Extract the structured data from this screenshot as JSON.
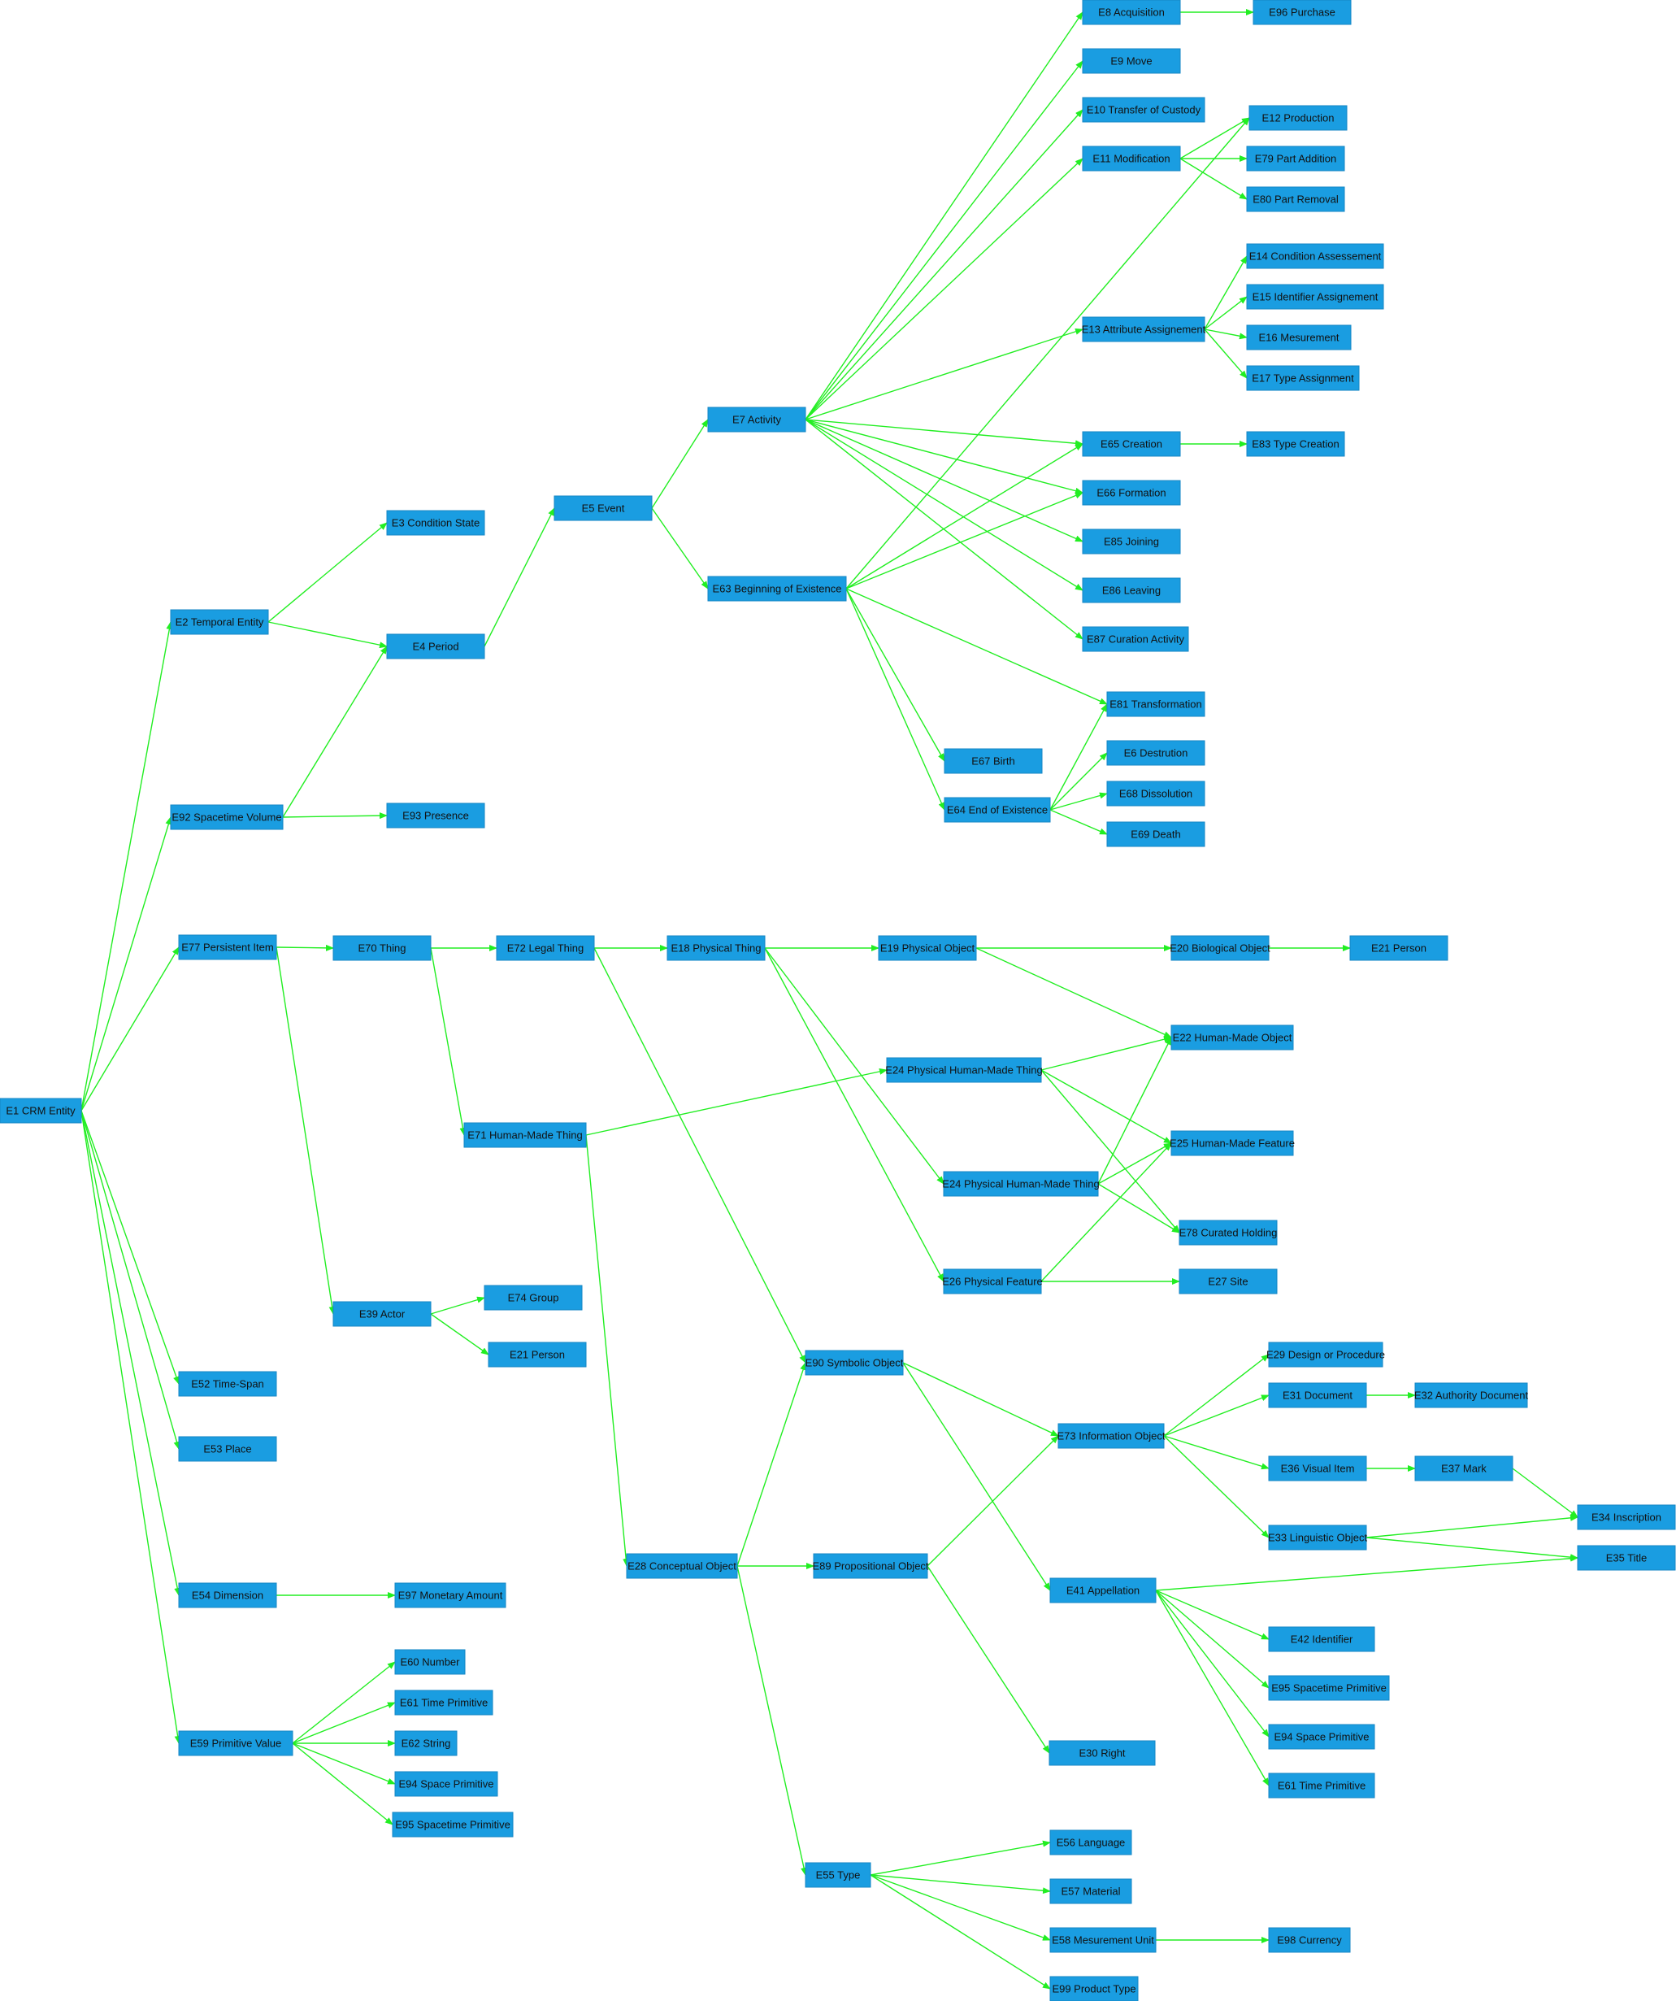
{
  "colors": {
    "node_fill": "#1a9de1",
    "edge": "#22ee22",
    "background": "#ffffff"
  },
  "nodes": [
    {
      "id": "e1",
      "label": "E1 CRM Entity"
    },
    {
      "id": "e2",
      "label": "E2 Temporal Entity"
    },
    {
      "id": "e92",
      "label": "E92 Spacetime Volume"
    },
    {
      "id": "e77",
      "label": "E77 Persistent Item"
    },
    {
      "id": "e52",
      "label": "E52 Time-Span"
    },
    {
      "id": "e53",
      "label": "E53 Place"
    },
    {
      "id": "e54",
      "label": "E54 Dimension"
    },
    {
      "id": "e59",
      "label": "E59 Primitive Value"
    },
    {
      "id": "e3",
      "label": "E3 Condition State"
    },
    {
      "id": "e4",
      "label": "E4 Period"
    },
    {
      "id": "e93",
      "label": "E93 Presence"
    },
    {
      "id": "e5",
      "label": "E5 Event"
    },
    {
      "id": "e7",
      "label": "E7 Activity"
    },
    {
      "id": "e63",
      "label": "E63 Beginning of Existence"
    },
    {
      "id": "e8",
      "label": "E8 Acquisition"
    },
    {
      "id": "e96",
      "label": "E96 Purchase"
    },
    {
      "id": "e9",
      "label": "E9 Move"
    },
    {
      "id": "e10",
      "label": "E10 Transfer of Custody"
    },
    {
      "id": "e11",
      "label": "E11 Modification"
    },
    {
      "id": "e12",
      "label": "E12 Production"
    },
    {
      "id": "e79",
      "label": "E79 Part Addition"
    },
    {
      "id": "e80",
      "label": "E80 Part Removal"
    },
    {
      "id": "e13",
      "label": "E13 Attribute Assignement"
    },
    {
      "id": "e14",
      "label": "E14 Condition Assessement"
    },
    {
      "id": "e15",
      "label": "E15 Identifier Assignement"
    },
    {
      "id": "e16",
      "label": "E16 Mesurement"
    },
    {
      "id": "e17",
      "label": "E17 Type Assignment"
    },
    {
      "id": "e65",
      "label": "E65 Creation"
    },
    {
      "id": "e83",
      "label": "E83 Type Creation"
    },
    {
      "id": "e66",
      "label": "E66 Formation"
    },
    {
      "id": "e85",
      "label": "E85 Joining"
    },
    {
      "id": "e86",
      "label": "E86 Leaving"
    },
    {
      "id": "e87",
      "label": "E87 Curation Activity"
    },
    {
      "id": "e81",
      "label": "E81 Transformation"
    },
    {
      "id": "e6",
      "label": "E6 Destrution"
    },
    {
      "id": "e68",
      "label": "E68 Dissolution"
    },
    {
      "id": "e69",
      "label": "E69 Death"
    },
    {
      "id": "e67",
      "label": "E67 Birth"
    },
    {
      "id": "e64",
      "label": "E64 End of Existence"
    },
    {
      "id": "e70",
      "label": "E70 Thing"
    },
    {
      "id": "e39",
      "label": "E39 Actor"
    },
    {
      "id": "e74",
      "label": "E74 Group"
    },
    {
      "id": "e21b",
      "label": "E21 Person"
    },
    {
      "id": "e72",
      "label": "E72 Legal Thing"
    },
    {
      "id": "e71",
      "label": "E71 Human-Made Thing"
    },
    {
      "id": "e18",
      "label": "E18 Physical Thing"
    },
    {
      "id": "e19",
      "label": "E19 Physical Object"
    },
    {
      "id": "e20",
      "label": "E20 Biological Object"
    },
    {
      "id": "e21a",
      "label": "E21 Person"
    },
    {
      "id": "e22",
      "label": "E22 Human-Made Object"
    },
    {
      "id": "e24a",
      "label": "E24 Physical Human-Made Thing"
    },
    {
      "id": "e24b",
      "label": "E24 Physical Human-Made Thing"
    },
    {
      "id": "e25",
      "label": "E25 Human-Made Feature"
    },
    {
      "id": "e78",
      "label": "E78 Curated Holding"
    },
    {
      "id": "e26",
      "label": "E26 Physical Feature"
    },
    {
      "id": "e27",
      "label": "E27 Site"
    },
    {
      "id": "e90",
      "label": "E90 Symbolic Object"
    },
    {
      "id": "e28",
      "label": "E28 Conceptual Object"
    },
    {
      "id": "e89",
      "label": "E89 Propositional Object"
    },
    {
      "id": "e73",
      "label": "E73 Information Object"
    },
    {
      "id": "e29",
      "label": "E29 Design or Procedure"
    },
    {
      "id": "e31",
      "label": "E31 Document"
    },
    {
      "id": "e32",
      "label": "E32 Authority Document"
    },
    {
      "id": "e36",
      "label": "E36 Visual Item"
    },
    {
      "id": "e37",
      "label": "E37 Mark"
    },
    {
      "id": "e34",
      "label": "E34 Inscription"
    },
    {
      "id": "e33",
      "label": "E33 Linguistic Object"
    },
    {
      "id": "e35",
      "label": "E35 Title"
    },
    {
      "id": "e41",
      "label": "E41 Appellation"
    },
    {
      "id": "e42",
      "label": "E42 Identifier"
    },
    {
      "id": "e95b",
      "label": "E95 Spacetime Primitive"
    },
    {
      "id": "e94b",
      "label": "E94 Space Primitive"
    },
    {
      "id": "e61b",
      "label": "E61 Time Primitive"
    },
    {
      "id": "e30",
      "label": "E30 Right"
    },
    {
      "id": "e55",
      "label": "E55 Type"
    },
    {
      "id": "e56",
      "label": "E56 Language"
    },
    {
      "id": "e57",
      "label": "E57 Material"
    },
    {
      "id": "e58",
      "label": "E58 Mesurement Unit"
    },
    {
      "id": "e98",
      "label": "E98 Currency"
    },
    {
      "id": "e99",
      "label": "E99 Product Type"
    },
    {
      "id": "e97",
      "label": "E97 Monetary Amount"
    },
    {
      "id": "e60",
      "label": "E60 Number"
    },
    {
      "id": "e61a",
      "label": "E61 Time Primitive"
    },
    {
      "id": "e62",
      "label": "E62 String"
    },
    {
      "id": "e94a",
      "label": "E94 Space Primitive"
    },
    {
      "id": "e95a",
      "label": "E95 Spacetime Primitive"
    }
  ],
  "edges": [
    [
      "e1",
      "e2"
    ],
    [
      "e1",
      "e92"
    ],
    [
      "e1",
      "e77"
    ],
    [
      "e1",
      "e52"
    ],
    [
      "e1",
      "e53"
    ],
    [
      "e1",
      "e54"
    ],
    [
      "e1",
      "e59"
    ],
    [
      "e2",
      "e3"
    ],
    [
      "e2",
      "e4"
    ],
    [
      "e92",
      "e4"
    ],
    [
      "e92",
      "e93"
    ],
    [
      "e4",
      "e5"
    ],
    [
      "e5",
      "e7"
    ],
    [
      "e5",
      "e63"
    ],
    [
      "e7",
      "e8"
    ],
    [
      "e7",
      "e9"
    ],
    [
      "e7",
      "e10"
    ],
    [
      "e7",
      "e11"
    ],
    [
      "e7",
      "e13"
    ],
    [
      "e7",
      "e65"
    ],
    [
      "e7",
      "e66"
    ],
    [
      "e7",
      "e85"
    ],
    [
      "e7",
      "e86"
    ],
    [
      "e7",
      "e87"
    ],
    [
      "e8",
      "e96"
    ],
    [
      "e11",
      "e12"
    ],
    [
      "e11",
      "e79"
    ],
    [
      "e11",
      "e80"
    ],
    [
      "e13",
      "e14"
    ],
    [
      "e13",
      "e15"
    ],
    [
      "e13",
      "e16"
    ],
    [
      "e13",
      "e17"
    ],
    [
      "e65",
      "e83"
    ],
    [
      "e63",
      "e12"
    ],
    [
      "e63",
      "e65"
    ],
    [
      "e63",
      "e66"
    ],
    [
      "e63",
      "e81"
    ],
    [
      "e63",
      "e67"
    ],
    [
      "e63",
      "e64"
    ],
    [
      "e64",
      "e81"
    ],
    [
      "e64",
      "e6"
    ],
    [
      "e64",
      "e68"
    ],
    [
      "e64",
      "e69"
    ],
    [
      "e77",
      "e70"
    ],
    [
      "e77",
      "e39"
    ],
    [
      "e39",
      "e74"
    ],
    [
      "e39",
      "e21b"
    ],
    [
      "e70",
      "e72"
    ],
    [
      "e70",
      "e71"
    ],
    [
      "e72",
      "e18"
    ],
    [
      "e72",
      "e90"
    ],
    [
      "e71",
      "e24a"
    ],
    [
      "e71",
      "e28"
    ],
    [
      "e18",
      "e19"
    ],
    [
      "e18",
      "e24b"
    ],
    [
      "e18",
      "e26"
    ],
    [
      "e19",
      "e20"
    ],
    [
      "e19",
      "e22"
    ],
    [
      "e20",
      "e21a"
    ],
    [
      "e24a",
      "e22"
    ],
    [
      "e24a",
      "e25"
    ],
    [
      "e24a",
      "e78"
    ],
    [
      "e24b",
      "e22"
    ],
    [
      "e24b",
      "e25"
    ],
    [
      "e24b",
      "e78"
    ],
    [
      "e26",
      "e25"
    ],
    [
      "e26",
      "e27"
    ],
    [
      "e28",
      "e90"
    ],
    [
      "e28",
      "e89"
    ],
    [
      "e28",
      "e55"
    ],
    [
      "e90",
      "e73"
    ],
    [
      "e90",
      "e41"
    ],
    [
      "e89",
      "e73"
    ],
    [
      "e89",
      "e30"
    ],
    [
      "e73",
      "e29"
    ],
    [
      "e73",
      "e31"
    ],
    [
      "e73",
      "e36"
    ],
    [
      "e73",
      "e33"
    ],
    [
      "e31",
      "e32"
    ],
    [
      "e36",
      "e37"
    ],
    [
      "e37",
      "e34"
    ],
    [
      "e33",
      "e34"
    ],
    [
      "e33",
      "e35"
    ],
    [
      "e41",
      "e35"
    ],
    [
      "e41",
      "e42"
    ],
    [
      "e41",
      "e95b"
    ],
    [
      "e41",
      "e94b"
    ],
    [
      "e41",
      "e61b"
    ],
    [
      "e55",
      "e56"
    ],
    [
      "e55",
      "e57"
    ],
    [
      "e55",
      "e58"
    ],
    [
      "e55",
      "e99"
    ],
    [
      "e58",
      "e98"
    ],
    [
      "e54",
      "e97"
    ],
    [
      "e59",
      "e60"
    ],
    [
      "e59",
      "e61a"
    ],
    [
      "e59",
      "e62"
    ],
    [
      "e59",
      "e94a"
    ],
    [
      "e59",
      "e95a"
    ]
  ]
}
